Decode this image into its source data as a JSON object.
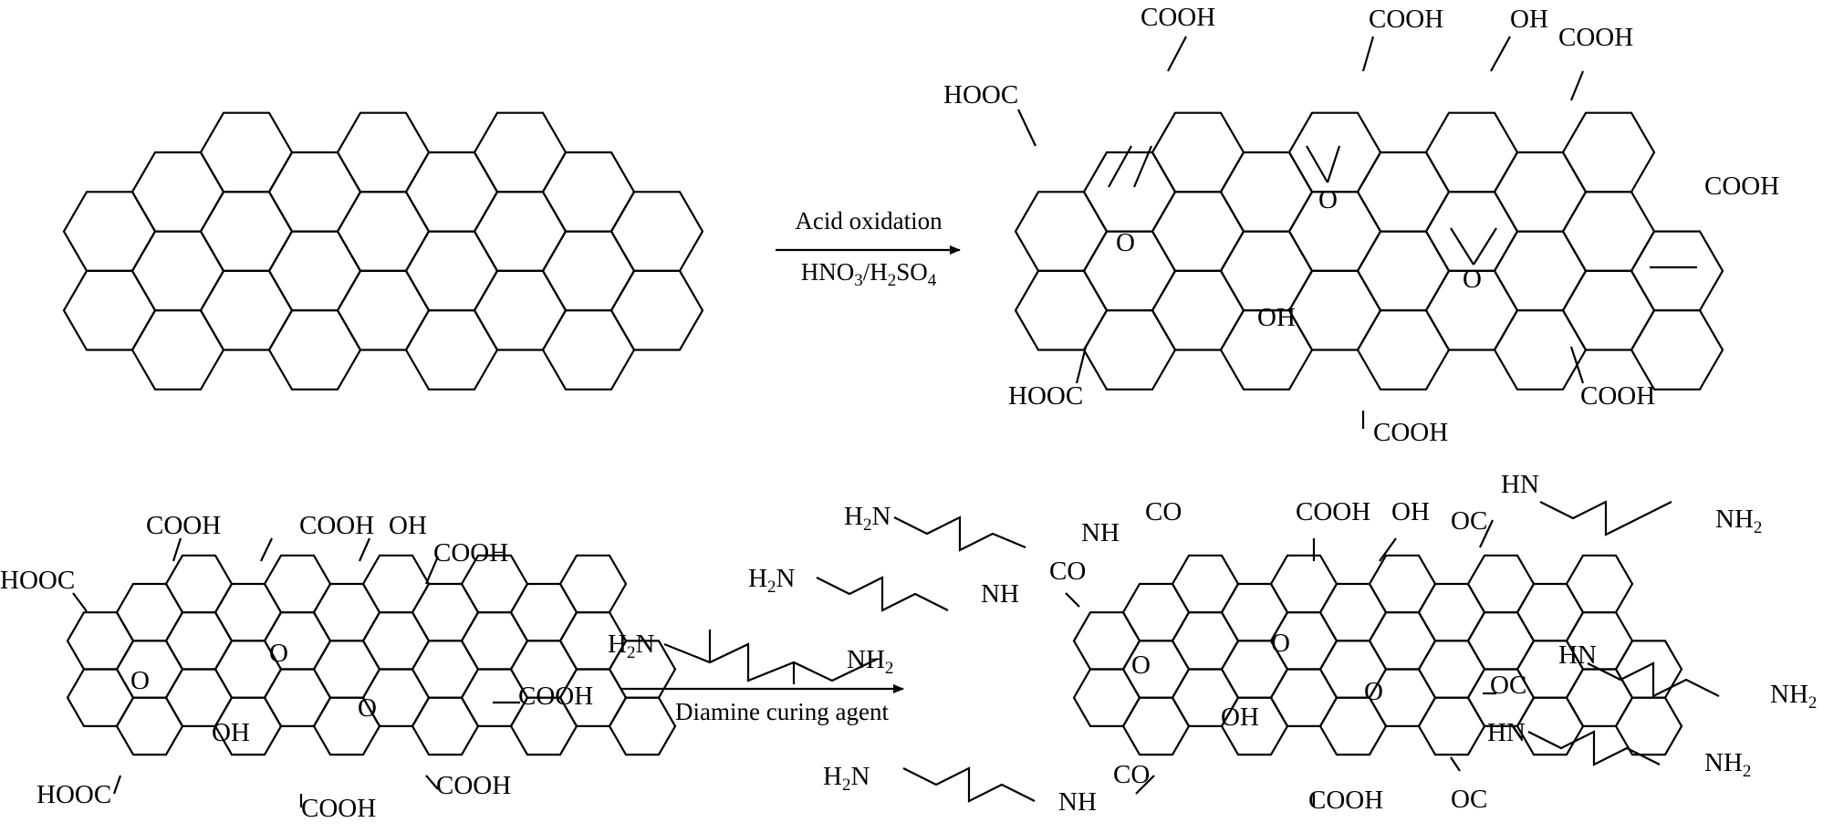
{
  "reaction_1": {
    "condition_top": "Acid oxidation",
    "condition_bottom": {
      "a": "HNO",
      "a_sub": "3",
      "b": "/H",
      "b_sub": "2",
      "c": "SO",
      "c_sub": "4"
    }
  },
  "reaction_2": {
    "curing_agent": {
      "left": "H",
      "left_sub": "2",
      "left_tail": "N",
      "right": "NH",
      "right_sub": "2"
    },
    "condition_bottom": "Diamine curing agent"
  },
  "oxidized_sheet_labels": {
    "cooh": "COOH",
    "hooc": "HOOC",
    "oh": "OH",
    "epoxy_o": "O"
  },
  "grafted_sheet_labels": {
    "co": "CO",
    "oc": "OC",
    "nh": "NH",
    "hn": "HN",
    "h2n_h": "H",
    "h2n_sub": "2",
    "h2n_n": "N",
    "nh2": "NH",
    "nh2_sub": "2",
    "cooh": "COOH",
    "oh": "OH",
    "epoxy_o": "O"
  }
}
